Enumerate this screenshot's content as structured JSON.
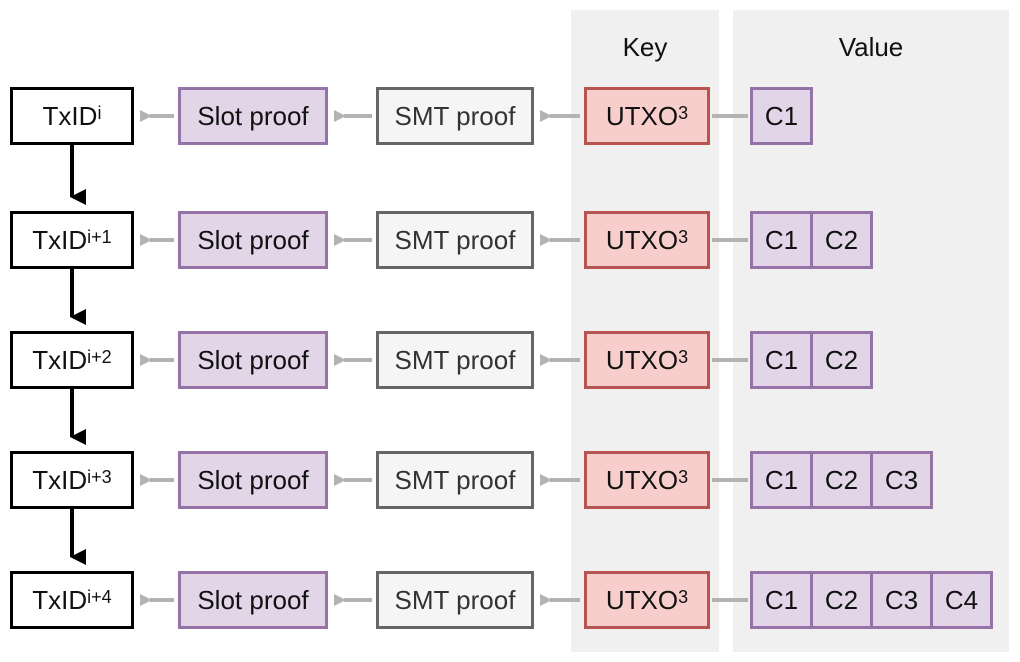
{
  "headers": {
    "key": "Key",
    "value": "Value"
  },
  "rows": [
    {
      "txid": "TxID",
      "txid_sup": "i",
      "slot": "Slot proof",
      "smt": "SMT proof",
      "utxo": "UTXO",
      "utxo_sup": "3",
      "cells": [
        "C1"
      ]
    },
    {
      "txid": "TxID",
      "txid_sup": "i+1",
      "slot": "Slot proof",
      "smt": "SMT proof",
      "utxo": "UTXO",
      "utxo_sup": "3",
      "cells": [
        "C1",
        "C2"
      ]
    },
    {
      "txid": "TxID",
      "txid_sup": "i+2",
      "slot": "Slot proof",
      "smt": "SMT proof",
      "utxo": "UTXO",
      "utxo_sup": "3",
      "cells": [
        "C1",
        "C2"
      ]
    },
    {
      "txid": "TxID",
      "txid_sup": "i+3",
      "slot": "Slot proof",
      "smt": "SMT proof",
      "utxo": "UTXO",
      "utxo_sup": "3",
      "cells": [
        "C1",
        "C2",
        "C3"
      ]
    },
    {
      "txid": "TxID",
      "txid_sup": "i+4",
      "slot": "Slot proof",
      "smt": "SMT proof",
      "utxo": "UTXO",
      "utxo_sup": "3",
      "cells": [
        "C1",
        "C2",
        "C3",
        "C4"
      ]
    }
  ],
  "colors": {
    "slot_fill": "#e1d5e7",
    "slot_stroke": "#9673a6",
    "smt_fill": "#f5f5f5",
    "smt_stroke": "#666666",
    "utxo_fill": "#f8cecc",
    "utxo_stroke": "#b85450",
    "arrow_gray": "#b3b3b3",
    "arrow_black": "#000000"
  }
}
